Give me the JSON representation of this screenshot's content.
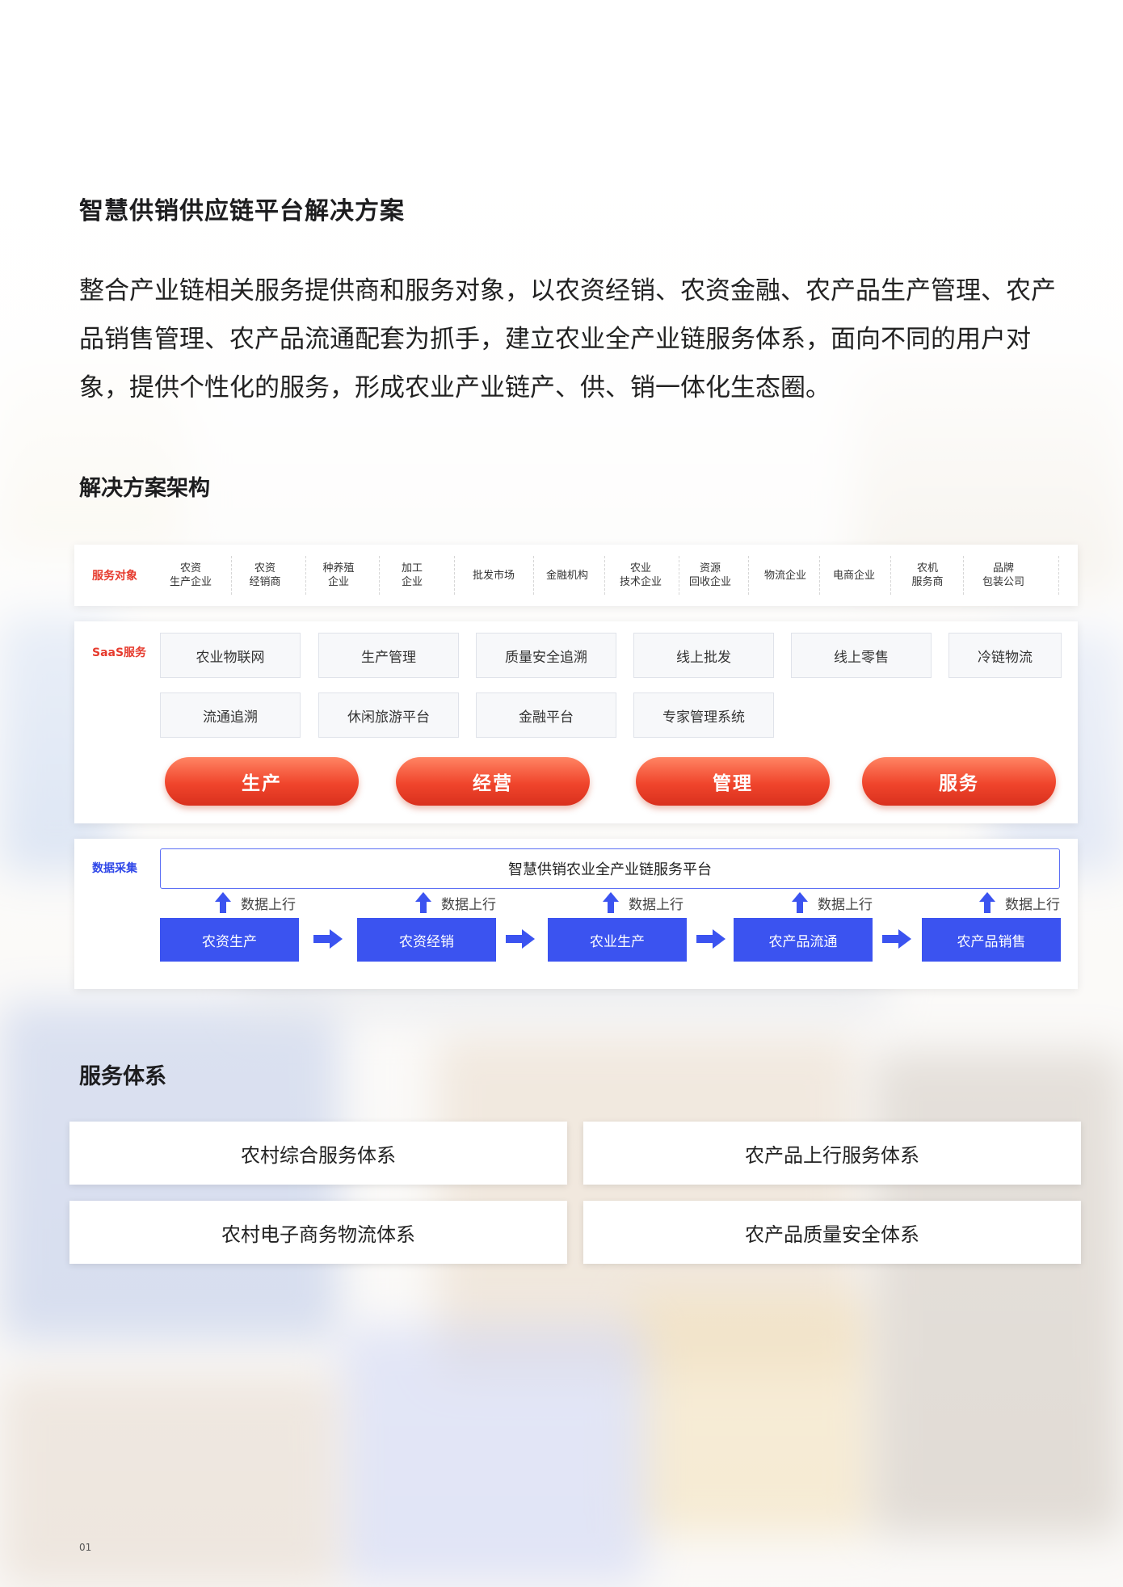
{
  "title": "智慧供销供应链平台解决方案",
  "intro": "整合产业链相关服务提供商和服务对象，以农资经销、农资金融、农产品生产管理、农产品销售管理、农产品流通配套为抓手，建立农业全产业链服务体系，面向不同的用户对象，提供个性化的服务，形成农业产业链产、供、销一体化生态圈。",
  "architecture": {
    "heading": "解决方案架构",
    "service_targets": {
      "label": "服务对象",
      "items": [
        "农资\n生产企业",
        "农资\n经销商",
        "种养殖\n企业",
        "加工\n企业",
        "批发市场",
        "金融机构",
        "农业\n技术企业",
        "资源\n回收企业",
        "物流企业",
        "电商企业",
        "农机\n服务商",
        "品牌\n包装公司"
      ]
    },
    "saas": {
      "label": "SaaS服务",
      "row1": [
        "农业物联网",
        "生产管理",
        "质量安全追溯",
        "线上批发",
        "线上零售",
        "冷链物流"
      ],
      "row2": [
        "流通追溯",
        "休闲旅游平台",
        "金融平台",
        "专家管理系统"
      ],
      "pills": [
        "生产",
        "经营",
        "管理",
        "服务"
      ]
    },
    "data_collection": {
      "label": "数据采集",
      "platform": "智慧供销农业全产业链服务平台",
      "upload_label": "数据上行",
      "stages": [
        "农资生产",
        "农资经销",
        "农业生产",
        "农产品流通",
        "农产品销售"
      ]
    }
  },
  "service_system": {
    "heading": "服务体系",
    "items": [
      "农村综合服务体系",
      "农产品上行服务体系",
      "农村电子商务物流体系",
      "农产品质量安全体系"
    ]
  },
  "page_number": "01",
  "colors": {
    "red": "#e8422b",
    "blue": "#3b53f0",
    "label_red": "#e63b2e",
    "label_blue": "#2f47e8"
  }
}
